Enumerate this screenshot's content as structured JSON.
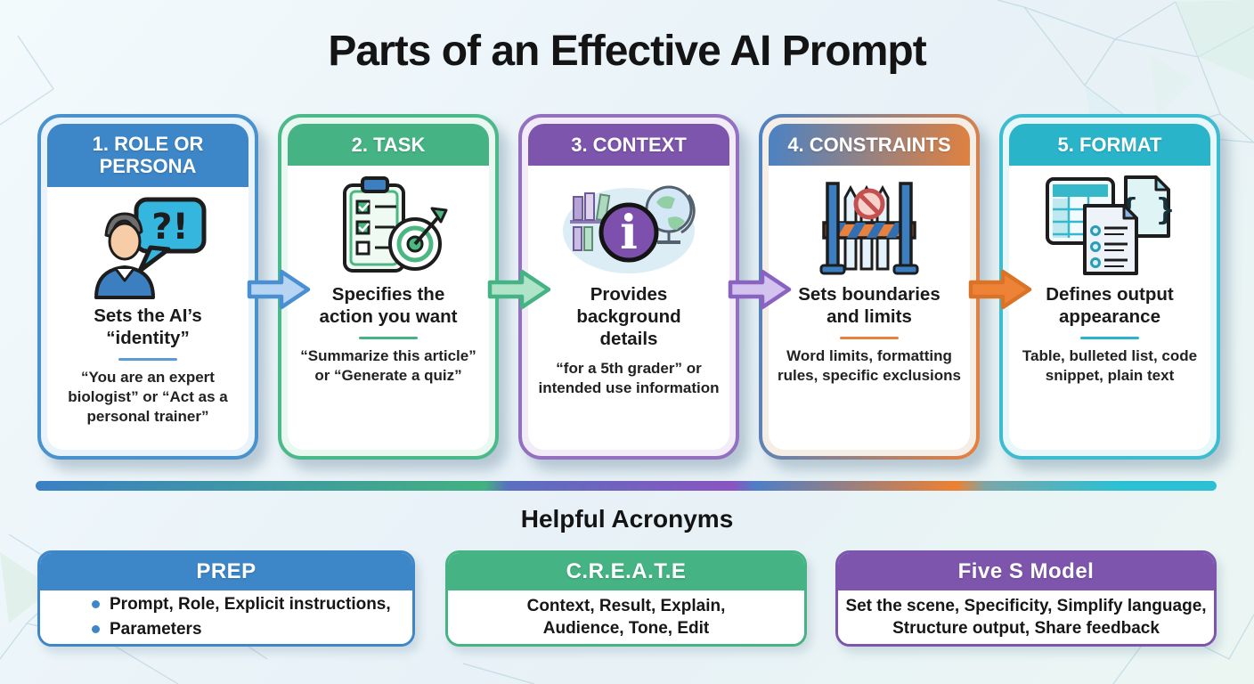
{
  "title": "Parts of an Effective AI Prompt",
  "cards": [
    {
      "header": "1. ROLE OR PERSONA",
      "description": "Sets the AI’s “identity”",
      "example": "“You are an expert biologist” or “Act as a personal trainer”",
      "accent": "#3d86c8",
      "icon": "person-speech-bubble-icon",
      "icon_glyph": "?!"
    },
    {
      "header": "2. TASK",
      "description": "Specifies the action you want",
      "example": "“Summarize this article” or “Generate a quiz”",
      "accent": "#45b383",
      "icon": "clipboard-target-icon"
    },
    {
      "header": "3. CONTEXT",
      "description": "Provides background details",
      "example": "“for a 5th grader” or intended use information",
      "accent": "#7d55ad",
      "icon": "books-globe-info-icon",
      "icon_glyph": "i"
    },
    {
      "header": "4. CONSTRAINTS",
      "description": "Sets boundaries and limits",
      "example": "Word limits, formatting rules, specific exclusions",
      "accent_gradient": [
        "#4b82c4",
        "#e8813d"
      ],
      "icon": "barrier-icon"
    },
    {
      "header": "5. FORMAT",
      "description": "Defines output appearance",
      "example": "Table, bulleted list, code snippet, plain text",
      "accent": "#2ab4c9",
      "icon": "documents-table-code-icon",
      "icon_glyph": "{ }"
    }
  ],
  "flow_arrow_colors": [
    "#4a8fd2",
    "#45b383",
    "#8a63c0",
    "#ee8338"
  ],
  "divider_bar_gradient": [
    "#3b80c4",
    "#43b181",
    "#8a55c0",
    "#ee8132",
    "#2cc0d4"
  ],
  "acronyms": {
    "heading": "Helpful Acronyms",
    "boxes": [
      {
        "title": "PREP",
        "accent": "#3d86c8",
        "items": [
          "Prompt, Role, Explicit instructions,",
          "Parameters"
        ]
      },
      {
        "title": "C.R.E.A.T.E",
        "accent": "#45b383",
        "lines": [
          "Context, Result, Explain,",
          "Audience, Tone, Edit"
        ]
      },
      {
        "title": "Five S Model",
        "accent": "#7d55ad",
        "lines": [
          "Set the scene, Specificity, Simplify language,",
          "Structure output, Share feedback"
        ]
      }
    ]
  }
}
